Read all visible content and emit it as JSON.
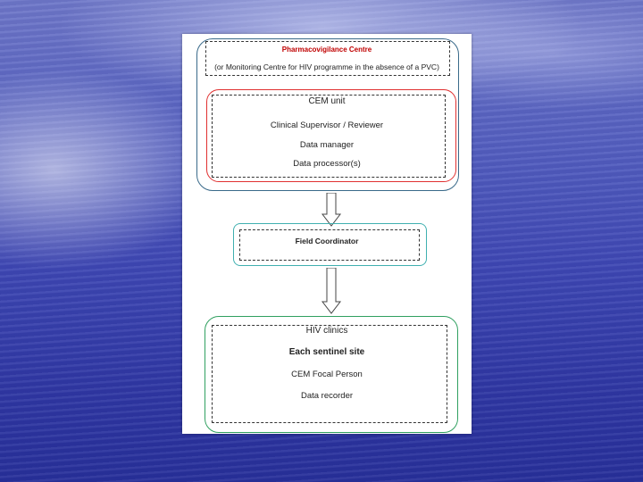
{
  "diagram": {
    "pharmacovigilance": {
      "title": "Pharmacovigilance Centre",
      "subtitle": "(or Monitoring Centre for HIV programme in the absence of a PVC)"
    },
    "cem_unit": {
      "title": "CEM unit",
      "roles": [
        "Clinical Supervisor / Reviewer",
        "Data manager",
        "Data processor(s)"
      ]
    },
    "field": {
      "title": "Field Coordinator"
    },
    "hiv": {
      "title": "HIV clinics",
      "site": "Each sentinel site",
      "roles": [
        "CEM Focal Person",
        "Data recorder"
      ]
    }
  },
  "colors": {
    "outer_border": "#3a6a8a",
    "cem_border": "#e03030",
    "field_border": "#40b0b0",
    "hiv_border": "#30a060",
    "title_red": "#c00000"
  }
}
